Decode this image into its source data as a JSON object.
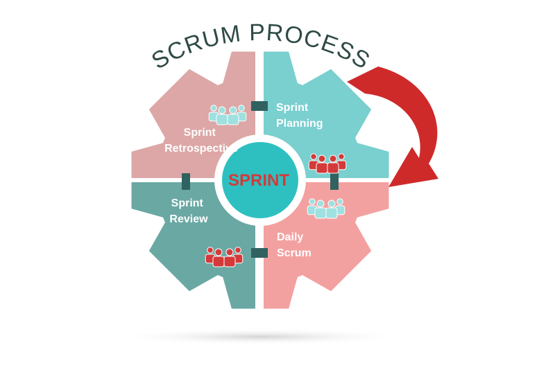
{
  "title": "SCRUM PROCESS",
  "center": {
    "label": "SPRINT"
  },
  "stages": {
    "planning": {
      "lines": [
        "Sprint",
        "Planning"
      ]
    },
    "daily": {
      "lines": [
        "Daily",
        "Scrum"
      ]
    },
    "review": {
      "lines": [
        "Sprint",
        "Review"
      ]
    },
    "retrospective": {
      "lines": [
        "Sprint",
        "Retrospective"
      ]
    }
  },
  "colors": {
    "planning": "#7acfcf",
    "daily": "#f3a1a0",
    "review": "#6aa8a4",
    "retrospective": "#dca7a6",
    "center": "#2ec0c0",
    "center_text": "#d23a3a",
    "arrow": "#cf2a2a",
    "title": "#2e4a46",
    "connector": "#2f6260",
    "icon_red": "#d43a3a",
    "icon_light": "#9fe0e0"
  },
  "icons": {
    "retrospective": "team-icon",
    "planning": "team-icon",
    "daily": "team-icon",
    "review": "team-icon",
    "cycle": "cycle-arrow-icon"
  }
}
